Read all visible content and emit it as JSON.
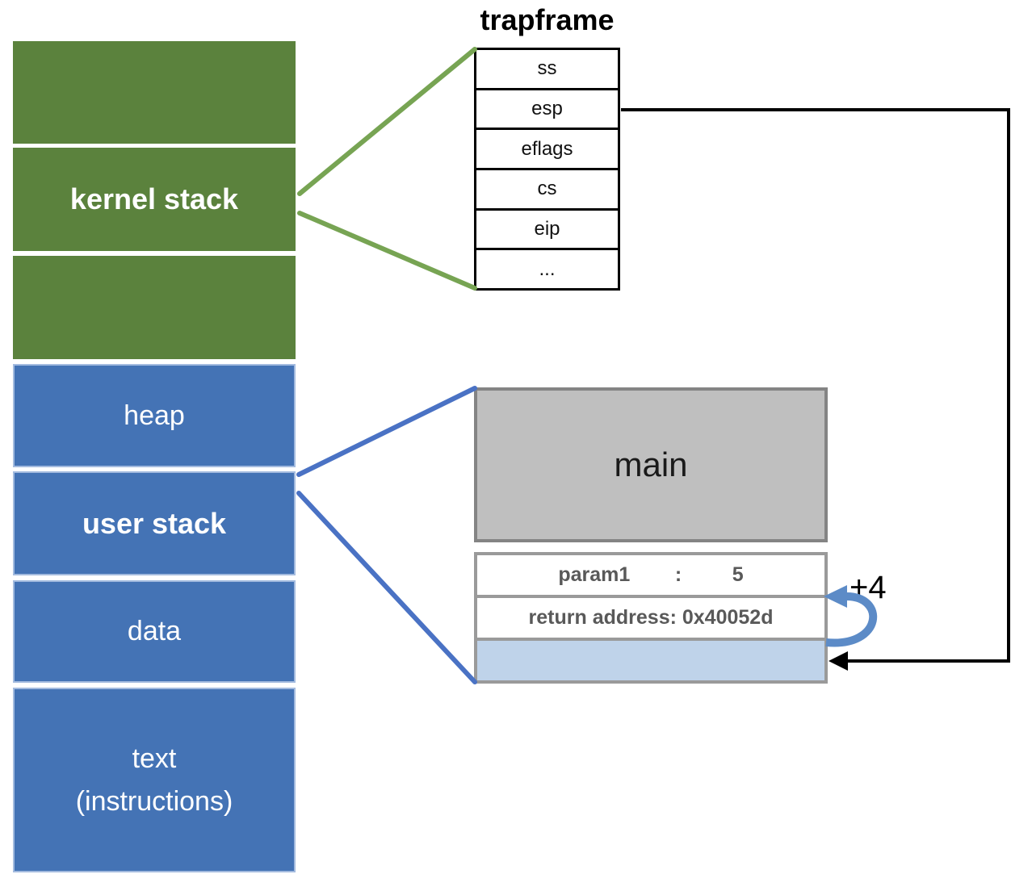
{
  "memory_map": {
    "segments": [
      {
        "label": ""
      },
      {
        "label": "kernel stack"
      },
      {
        "label": ""
      },
      {
        "label": "heap"
      },
      {
        "label": "user stack"
      },
      {
        "label": "data"
      },
      {
        "label": "text\n(instructions)"
      }
    ]
  },
  "trapframe": {
    "title": "trapframe",
    "fields": [
      "ss",
      "esp",
      "eflags",
      "cs",
      "eip",
      "..."
    ]
  },
  "stack_frame": {
    "function_label": "main",
    "rows": [
      "param1        :         5",
      "return address: 0x40052d",
      ""
    ],
    "offset_label": "+4"
  },
  "colors": {
    "kernel_segment_green": "#5b823d",
    "user_segment_blue": "#4473b5",
    "frame_highlight_blue": "#bfd3ea",
    "main_box_gray": "#bfbfbf",
    "connector_green": "#77a453",
    "connector_blue": "#4a72c4",
    "loop_arrow_blue": "#5c8bc7",
    "pointer_black": "#000000"
  }
}
